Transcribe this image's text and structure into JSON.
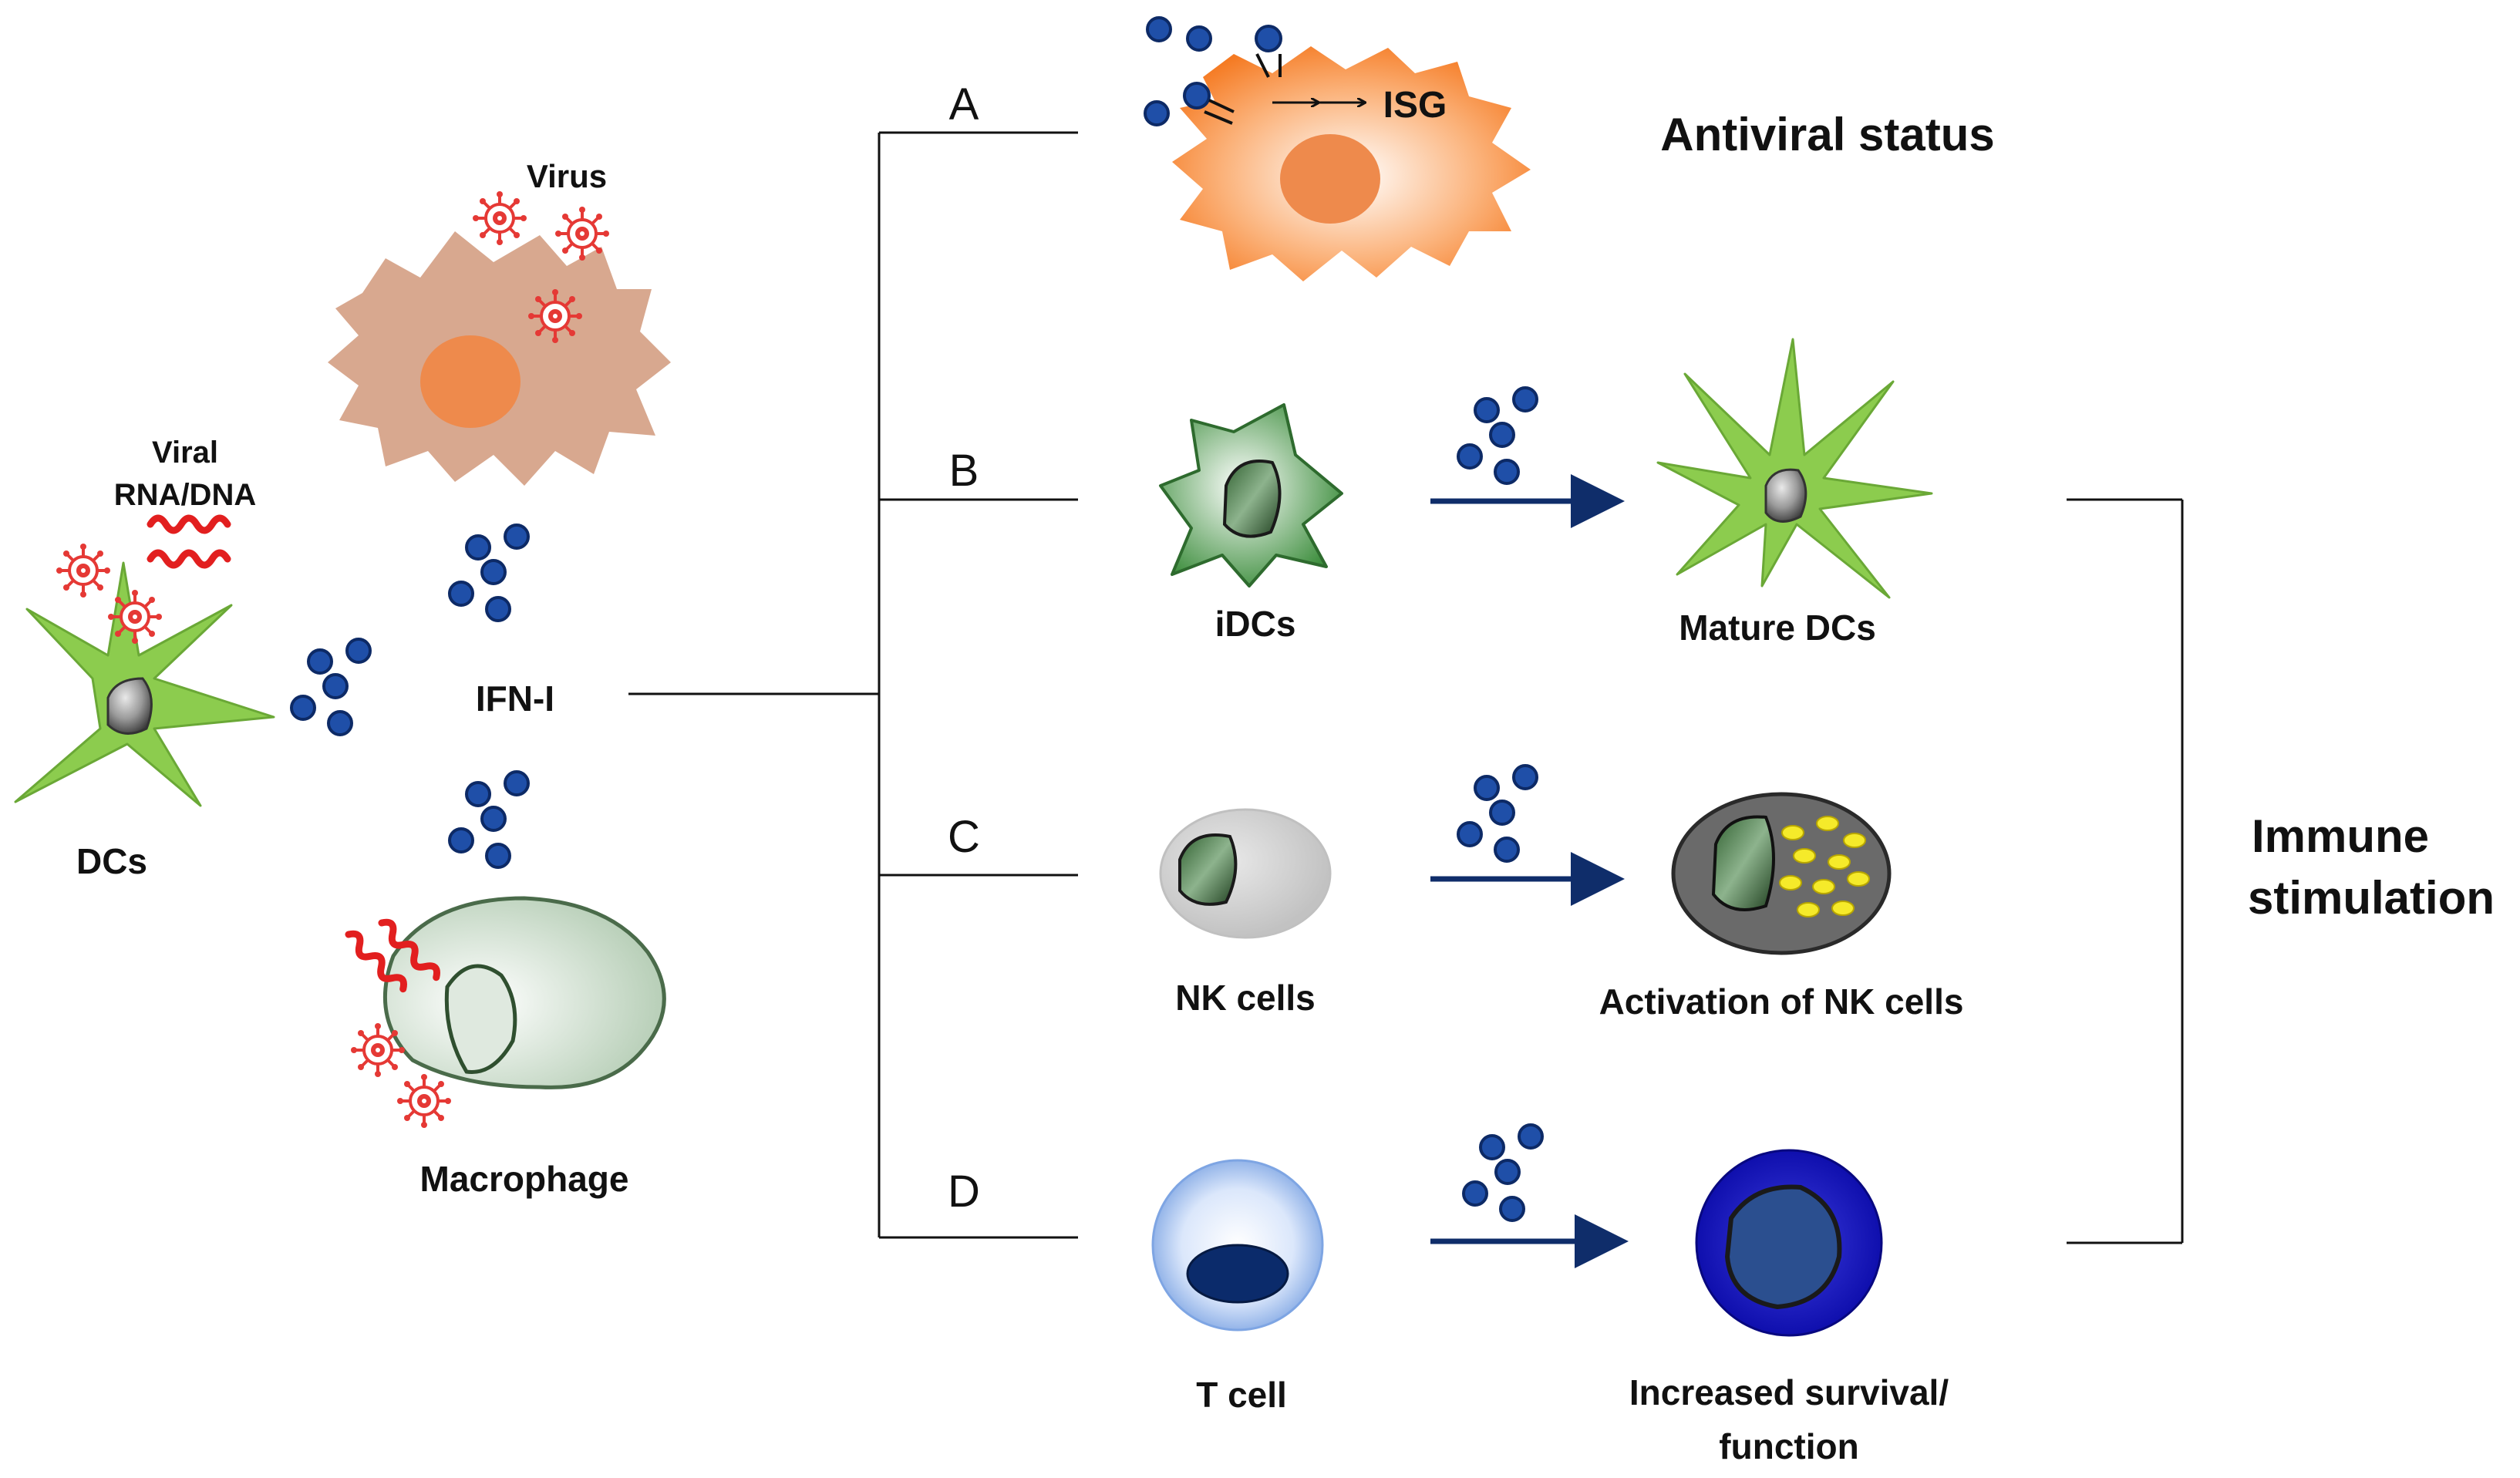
{
  "labels": {
    "virus": "Virus",
    "viral_line1": "Viral",
    "viral_line2": "RNA/DNA",
    "dcs": "DCs",
    "ifn": "IFN-I",
    "macrophage": "Macrophage",
    "branch_a": "A",
    "branch_b": "B",
    "branch_c": "C",
    "branch_d": "D",
    "isg": "ISG",
    "antiviral": "Antiviral status",
    "idcs": "iDCs",
    "mature_dcs": "Mature DCs",
    "nk_cells": "NK cells",
    "nk_activation": "Activation of NK cells",
    "t_cell": "T cell",
    "survival_line1": "Increased survival/",
    "survival_line2": "function",
    "immune_line1": "Immune",
    "immune_line2": "stimulation"
  },
  "colors": {
    "virus": "#e53935",
    "ifn_dot": "#1f4fa8",
    "ifn_dot_edge": "#0d2a66",
    "dc_green": "#8ccc4e",
    "infected_cell": "#d8a88f",
    "nucleus_orange": "#ee8a4c",
    "antiviral_cell": "#f6883a",
    "macrophage": "#c9dac9",
    "nk_cell": "#cfcfcf",
    "nk_active": "#6a6a6a",
    "granule": "#f5ea2a",
    "t_cell_blue": "#8fb2e8",
    "t_nucleus": "#0b2b6b",
    "activated_t": "#1414c8",
    "arrow": "#0f2d6a"
  }
}
